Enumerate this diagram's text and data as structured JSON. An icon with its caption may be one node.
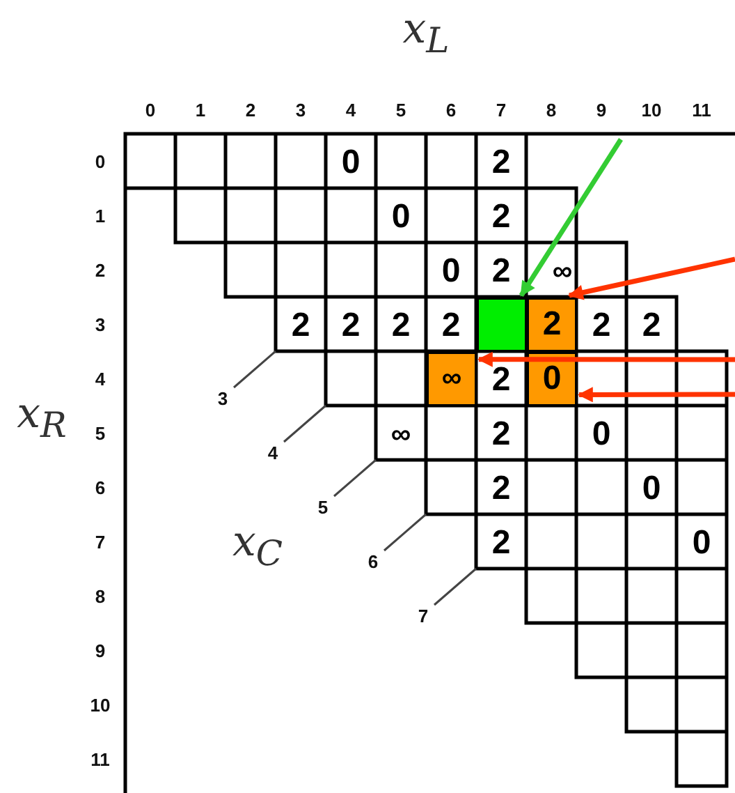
{
  "diagram": {
    "nodes": [
      {
        "text": [],
        "shape": "box"
      },
      {
        "text": [
          "2"
        ]
      },
      {
        "text": [
          "∞"
        ]
      },
      {
        "text": [
          "0"
        ]
      }
    ],
    "edges": [
      {
        "from": null,
        "to": 0,
        "arrow": "to",
        "color": "#33cc33"
      },
      {
        "from": null,
        "to": 1,
        "arrow": "to"
      },
      {
        "from": null,
        "to": 3,
        "arrow": "to"
      },
      {
        "from": null,
        "to": 2,
        "arrow": "to"
      }
    ],
    "labels": [
      "x$_{L}$",
      "0",
      "1",
      "2",
      "3",
      "4",
      "5",
      "6",
      "7",
      "8",
      "9",
      "10",
      "11",
      "0",
      "1",
      "2",
      "3",
      "4",
      "5",
      "6",
      "7",
      "8",
      "9",
      "10",
      "11",
      "0",
      "2",
      "0",
      "2",
      "0",
      "2",
      "∞",
      "2",
      "2",
      "2",
      "2",
      "2",
      "2",
      "2",
      "∞",
      "2",
      "0",
      "2",
      "0",
      "2",
      "0",
      "x$_{R}$",
      "x$_{C}$",
      "3",
      "4",
      "5",
      "6",
      "7"
    ]
  }
}
